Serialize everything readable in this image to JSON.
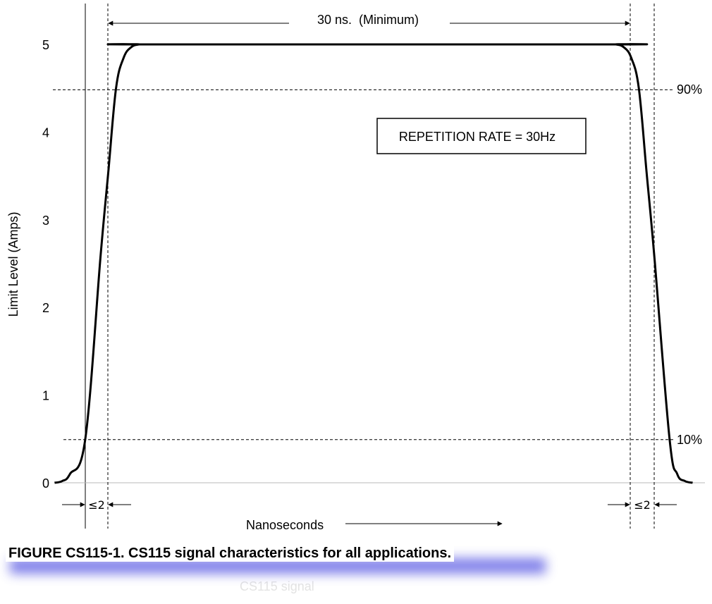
{
  "chart_data": {
    "type": "line",
    "ylabel": "Limit Level (Amps)",
    "xlabel": "Nanoseconds",
    "ylim": [
      0,
      5
    ],
    "yticks": [
      "0",
      "1",
      "2",
      "3",
      "4",
      "5"
    ],
    "series": [
      {
        "x": [
          -3,
          -2.5,
          -2,
          -1,
          0,
          0.5,
          1,
          1.5,
          2,
          2.5,
          3,
          33,
          33.5,
          34,
          34.5,
          35,
          35.5,
          36,
          37,
          37.5,
          38,
          38.5
        ],
        "y": [
          0,
          0.02,
          0.1,
          0.5,
          2.6,
          3.55,
          4.5,
          4.85,
          4.97,
          5,
          5,
          5,
          5,
          4.97,
          4.85,
          4.5,
          3.55,
          2.6,
          0.5,
          0.1,
          0.02,
          0
        ]
      }
    ],
    "thresholds": [
      {
        "label": "90%",
        "value": 4.5
      },
      {
        "label": "10%",
        "value": 0.5
      }
    ],
    "annotations": {
      "pulse_width": "30 ns.  (Minimum)",
      "rise_time": "≤2",
      "fall_time": "≤2",
      "box": "REPETITION RATE = 30Hz"
    }
  },
  "caption": "FIGURE CS115-1.  CS115 signal characteristics for all applications.",
  "ghost_text": "CS115 signal"
}
